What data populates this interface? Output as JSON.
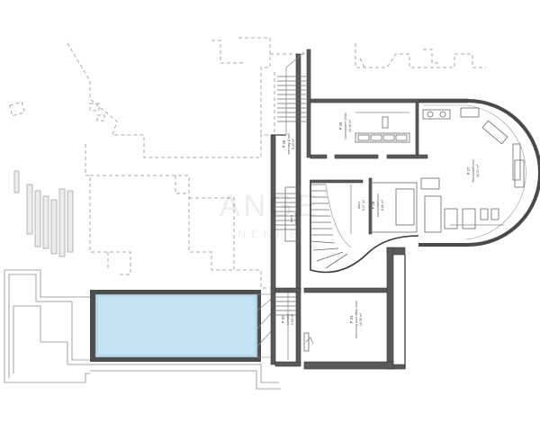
{
  "watermark": {
    "main": "ANGE",
    "sub": "NEKRE"
  },
  "rooms": [
    {
      "id": "p25",
      "number": "P 25",
      "name": "stairway & hall",
      "area": "5,20 m²"
    },
    {
      "id": "p26",
      "number": "P 26",
      "name": "cinema/wine cellar",
      "area": "20,46 m²"
    },
    {
      "id": "p27",
      "number": "P 27",
      "name": "fitness/wellness",
      "area": "35,34 m²"
    },
    {
      "id": "p28",
      "number": "P 28",
      "name": "sauna/bathroom",
      "area": "8,86 m²"
    },
    {
      "id": "p29",
      "number": "",
      "name": "stairs",
      "area": "8,17 m²"
    },
    {
      "id": "p30",
      "number": "",
      "name": "stairs",
      "area": "6,00 m²"
    },
    {
      "id": "p31",
      "number": "P 31",
      "name": "swimming pool utility room",
      "area": "16,50 m²"
    },
    {
      "id": "p32",
      "number": "P 32",
      "name": "corridor",
      "area": "6,08 m²"
    }
  ],
  "colors": {
    "pool": "#c4e3f3",
    "wall": "#5a5a5a",
    "existing": "#a9a9a9"
  }
}
